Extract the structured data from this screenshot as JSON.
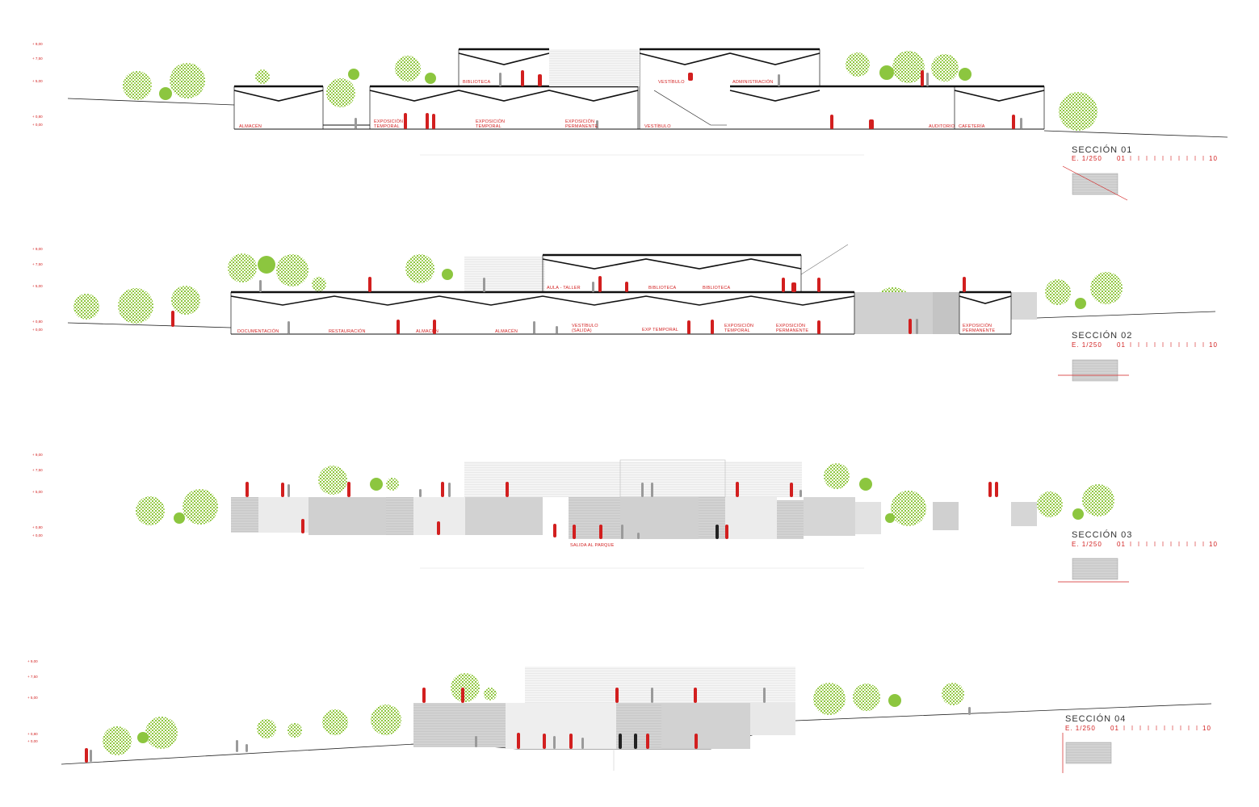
{
  "levels": [
    "+ 9,00",
    "+ 7,50",
    "+ 5,00",
    "+ 0,80",
    "+ 0,00"
  ],
  "sections": [
    {
      "title": "SECCIÓN 01",
      "scale": "E. 1/250",
      "scale_start": "01",
      "scale_end": "10",
      "labels": [
        "ALMACÉN",
        "EXPOSICIÓN",
        "TEMPORAL",
        "EXPOSICIÓN",
        "TEMPORAL",
        "EXPOSICIÓN",
        "PERMANENTE",
        "VESTÍBULO",
        "AUDITORIO",
        "CAFETERÍA",
        "BIBLIOTECA",
        "VESTÍBULO",
        "ADMINISTRACIÓN"
      ]
    },
    {
      "title": "SECCIÓN 02",
      "scale": "E. 1/250",
      "scale_start": "01",
      "scale_end": "10",
      "labels": [
        "DOCUMENTACIÓN",
        "RESTAURACIÓN",
        "ALMACÉN",
        "ALMACÉN",
        "VESTÍBULO",
        "(SALIDA)",
        "EXP TEMPORAL",
        "EXPOSICIÓN",
        "TEMPORAL",
        "EXPOSICIÓN",
        "PERMANENTE",
        "EXPOSICIÓN",
        "PERMANENTE",
        "AULA - TALLER",
        "BIBLIOTECA",
        "BIBLIOTECA"
      ]
    },
    {
      "title": "SECCIÓN 03",
      "scale": "E. 1/250",
      "scale_start": "01",
      "scale_end": "10",
      "labels": [
        "SALIDA AL PARQUE"
      ]
    },
    {
      "title": "SECCIÓN 04",
      "scale": "E. 1/250",
      "scale_start": "01",
      "scale_end": "10",
      "labels": []
    }
  ],
  "colors": {
    "accent_red": "#d21f1f",
    "tree_green": "#8cc63f",
    "wall_grey": "#cfcfcf",
    "line_black": "#111111"
  }
}
